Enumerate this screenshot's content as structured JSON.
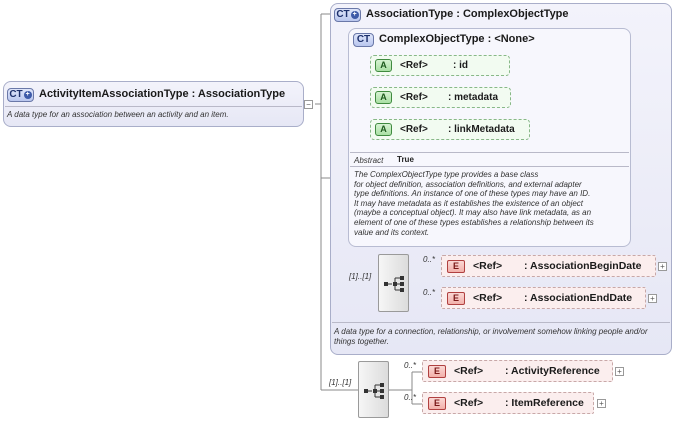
{
  "root": {
    "badge": "CT",
    "title": "ActivityItemAssociationType : AssociationType",
    "description": "A data type for an association between an activity and an item."
  },
  "association_type": {
    "badge": "CT",
    "title": "AssociationType : ComplexObjectType",
    "description": "A data type for a connection, relationship, or involvement somehow linking people and/or things together.",
    "cardinality": "[1]..[1]",
    "elements": [
      {
        "badge": "E",
        "ref": "<Ref>",
        "name": ": AssociationBeginDate",
        "cardinality": "0..*"
      },
      {
        "badge": "E",
        "ref": "<Ref>",
        "name": ": AssociationEndDate",
        "cardinality": "0..*"
      }
    ]
  },
  "complex_object_type": {
    "badge": "CT",
    "title": "ComplexObjectType : <None>",
    "attributes": [
      {
        "badge": "A",
        "ref": "<Ref>",
        "name": ": id"
      },
      {
        "badge": "A",
        "ref": "<Ref>",
        "name": ": metadata"
      },
      {
        "badge": "A",
        "ref": "<Ref>",
        "name": ": linkMetadata"
      }
    ],
    "abstract_label": "Abstract",
    "abstract_value": "True",
    "description_lines": [
      "The ComplexObjectType type provides a base class",
      "for object definition, association definitions, and external adapter",
      "type definitions. An instance of one of these types may have an ID.",
      "It may have metadata as it establishes the existence of an object",
      "(maybe a conceptual object). It may also have link metadata, as an",
      "element of one of these types establishes a relationship between its",
      "value and its context."
    ]
  },
  "outer_sequence": {
    "cardinality": "[1]..[1]",
    "elements": [
      {
        "badge": "E",
        "ref": "<Ref>",
        "name": ": ActivityReference",
        "cardinality": "0..*"
      },
      {
        "badge": "E",
        "ref": "<Ref>",
        "name": ": ItemReference",
        "cardinality": "0..*"
      }
    ]
  },
  "icons": {
    "expand": "plus-icon",
    "collapse": "minus-icon",
    "sequence": "sequence-icon"
  },
  "colors": {
    "complex_type_bg": "#e6e7f5",
    "attribute_bg": "#f2fbf1",
    "element_bg": "#fbeeee",
    "badge_blue": "#3d5aa8"
  }
}
